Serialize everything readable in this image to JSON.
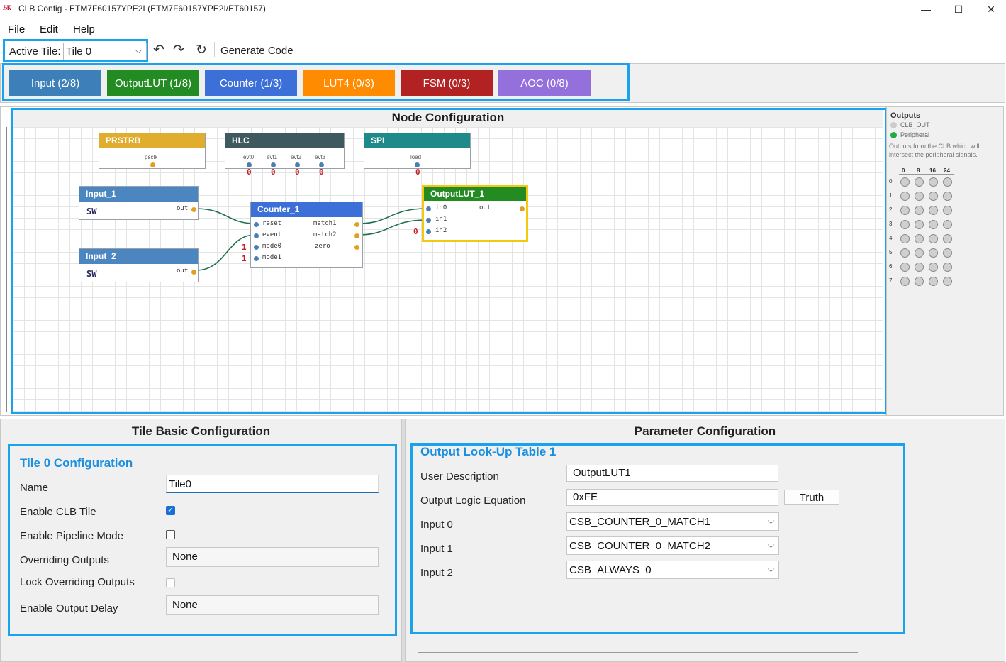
{
  "window": {
    "title": "CLB Config - ETM7F60157YPE2I (ETM7F60157YPE2I/ET60157)",
    "minimize": "—",
    "maximize": "☐",
    "close": "✕"
  },
  "menu": {
    "file": "File",
    "edit": "Edit",
    "help": "Help"
  },
  "toolbar": {
    "active_tile_label": "Active Tile:",
    "active_tile_value": "Tile 0",
    "undo_icon": "↶",
    "redo_icon": "↷",
    "refresh_icon": "↻",
    "generate_code": "Generate Code"
  },
  "palette": [
    {
      "label": "Input (2/8)",
      "color": "#3d7fb8"
    },
    {
      "label": "OutputLUT (1/8)",
      "color": "#228b22"
    },
    {
      "label": "Counter (1/3)",
      "color": "#3c6fd8"
    },
    {
      "label": "LUT4 (0/3)",
      "color": "#ff8c00"
    },
    {
      "label": "FSM (0/3)",
      "color": "#b22222"
    },
    {
      "label": "AOC (0/8)",
      "color": "#9370db"
    }
  ],
  "node_config": {
    "title": "Node Configuration",
    "nodes": {
      "prstrb": {
        "title": "PRSTRB",
        "color": "#e0ad2e",
        "port": "psclk"
      },
      "hlc": {
        "title": "HLC",
        "color": "#3f5a5e",
        "ports": [
          "evt0",
          "evt1",
          "evt2",
          "evt3"
        ],
        "consts": [
          "0",
          "0",
          "0",
          "0"
        ]
      },
      "spi": {
        "title": "SPI",
        "color": "#1f8a8a",
        "port": "load",
        "const": "0"
      },
      "input1": {
        "title": "Input_1",
        "color": "#4b86c0",
        "value": "SW",
        "out": "out"
      },
      "input2": {
        "title": "Input_2",
        "color": "#4b86c0",
        "value": "SW",
        "out": "out"
      },
      "counter1": {
        "title": "Counter_1",
        "color": "#3c6fd8",
        "inputs": [
          "reset",
          "event",
          "mode0",
          "mode1"
        ],
        "outputs": [
          "match1",
          "match2",
          "zero"
        ],
        "consts": [
          "1",
          "1"
        ]
      },
      "outputlut1": {
        "title": "OutputLUT_1",
        "color": "#228b22",
        "inputs": [
          "in0",
          "in1",
          "in2"
        ],
        "out": "out",
        "const": "0"
      }
    }
  },
  "outputs_panel": {
    "title": "Outputs",
    "legend": [
      {
        "label": "CLB_OUT",
        "color": "#cccccc"
      },
      {
        "label": "Peripheral",
        "color": "#22aa44"
      }
    ],
    "description": "Outputs from the CLB which will intersect the peripheral signals.",
    "columns": [
      "0",
      "8",
      "16",
      "24"
    ],
    "rows": [
      "0",
      "1",
      "2",
      "3",
      "4",
      "5",
      "6",
      "7"
    ]
  },
  "tile_basic": {
    "title": "Tile Basic Configuration",
    "section_title": "Tile 0 Configuration",
    "name_label": "Name",
    "name_value": "Tile0",
    "enable_clb_label": "Enable CLB Tile",
    "enable_clb": true,
    "enable_pipeline_label": "Enable Pipeline Mode",
    "enable_pipeline": false,
    "overriding_outputs_label": "Overriding Outputs",
    "overriding_outputs_value": "None",
    "lock_overriding_label": "Lock Overriding Outputs",
    "lock_overriding": false,
    "enable_output_delay_label": "Enable Output Delay",
    "enable_output_delay_value": "None"
  },
  "param_config": {
    "title": "Parameter Configuration",
    "section_title": "Output Look-Up Table 1",
    "user_desc_label": "User Description",
    "user_desc_value": "OutputLUT1",
    "equation_label": "Output Logic Equation",
    "equation_value": "0xFE",
    "truth_button": "Truth",
    "input0_label": "Input 0",
    "input0_value": "CSB_COUNTER_0_MATCH1",
    "input1_label": "Input 1",
    "input1_value": "CSB_COUNTER_0_MATCH2",
    "input2_label": "Input 2",
    "input2_value": "CSB_ALWAYS_0"
  }
}
